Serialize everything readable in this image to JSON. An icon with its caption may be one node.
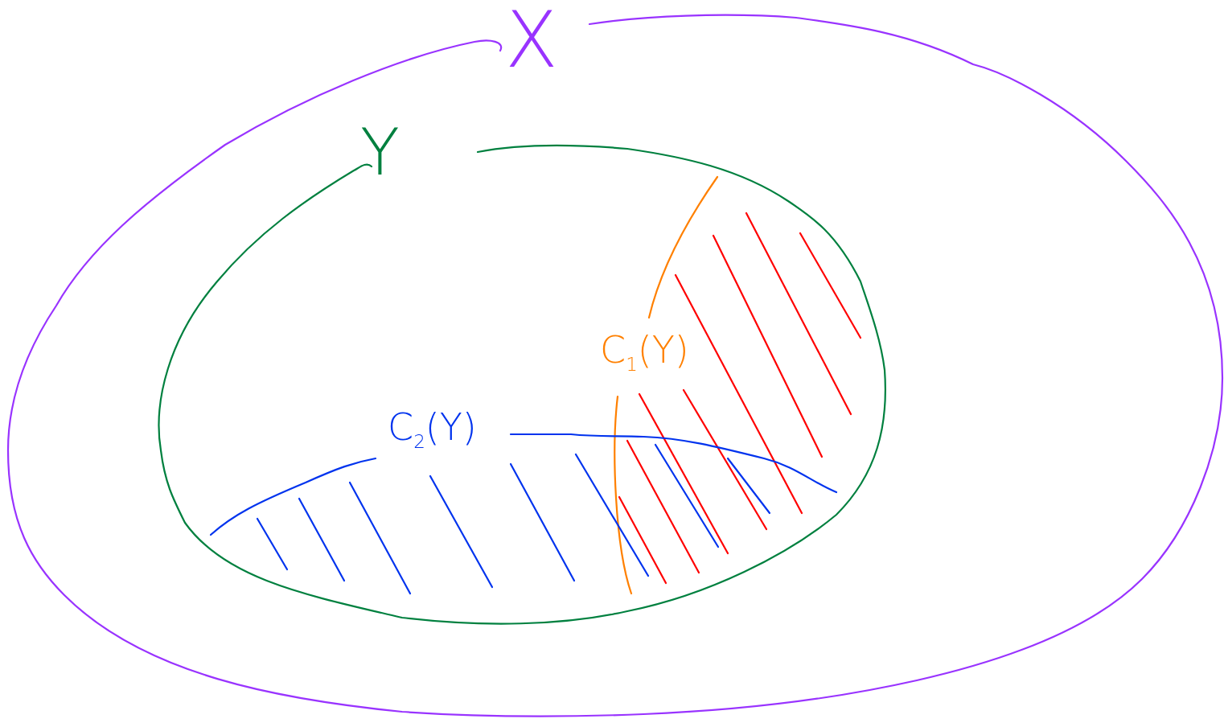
{
  "diagram": {
    "nodes": [
      {
        "text": [
          "X"
        ]
      },
      {
        "text": [
          "Y"
        ],
        "in": 0
      },
      {
        "text": [
          "C$_{1}$(Y)"
        ],
        "in": 1
      },
      {
        "text": [
          "C$_{2}$(Y)"
        ],
        "in": 1
      }
    ]
  }
}
